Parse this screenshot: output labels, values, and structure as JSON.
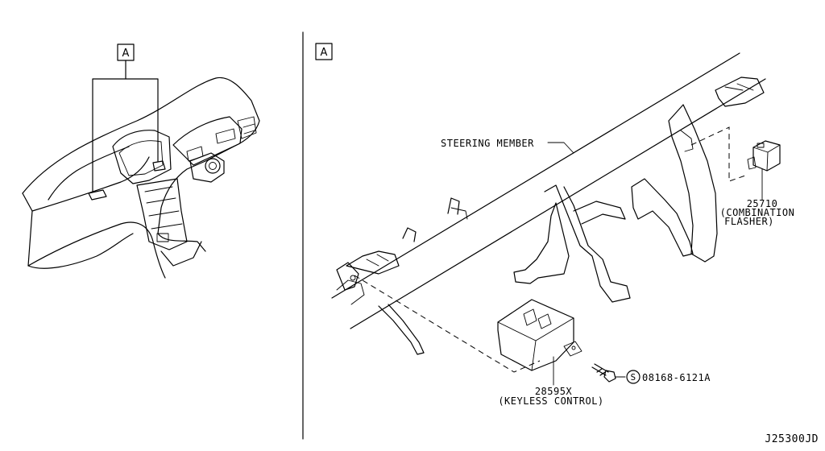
{
  "ref_marker": "A",
  "labels": {
    "steering_member": "STEERING MEMBER",
    "flasher_part_no": "25710",
    "flasher_name_1": "(COMBINATION",
    "flasher_name_2": "FLASHER)",
    "keyless_part_no": "28595X",
    "keyless_name": "(KEYLESS CONTROL)",
    "screw_symbol": "S",
    "screw_part_no": "08168-6121A",
    "diagram_code": "J25300JD"
  }
}
